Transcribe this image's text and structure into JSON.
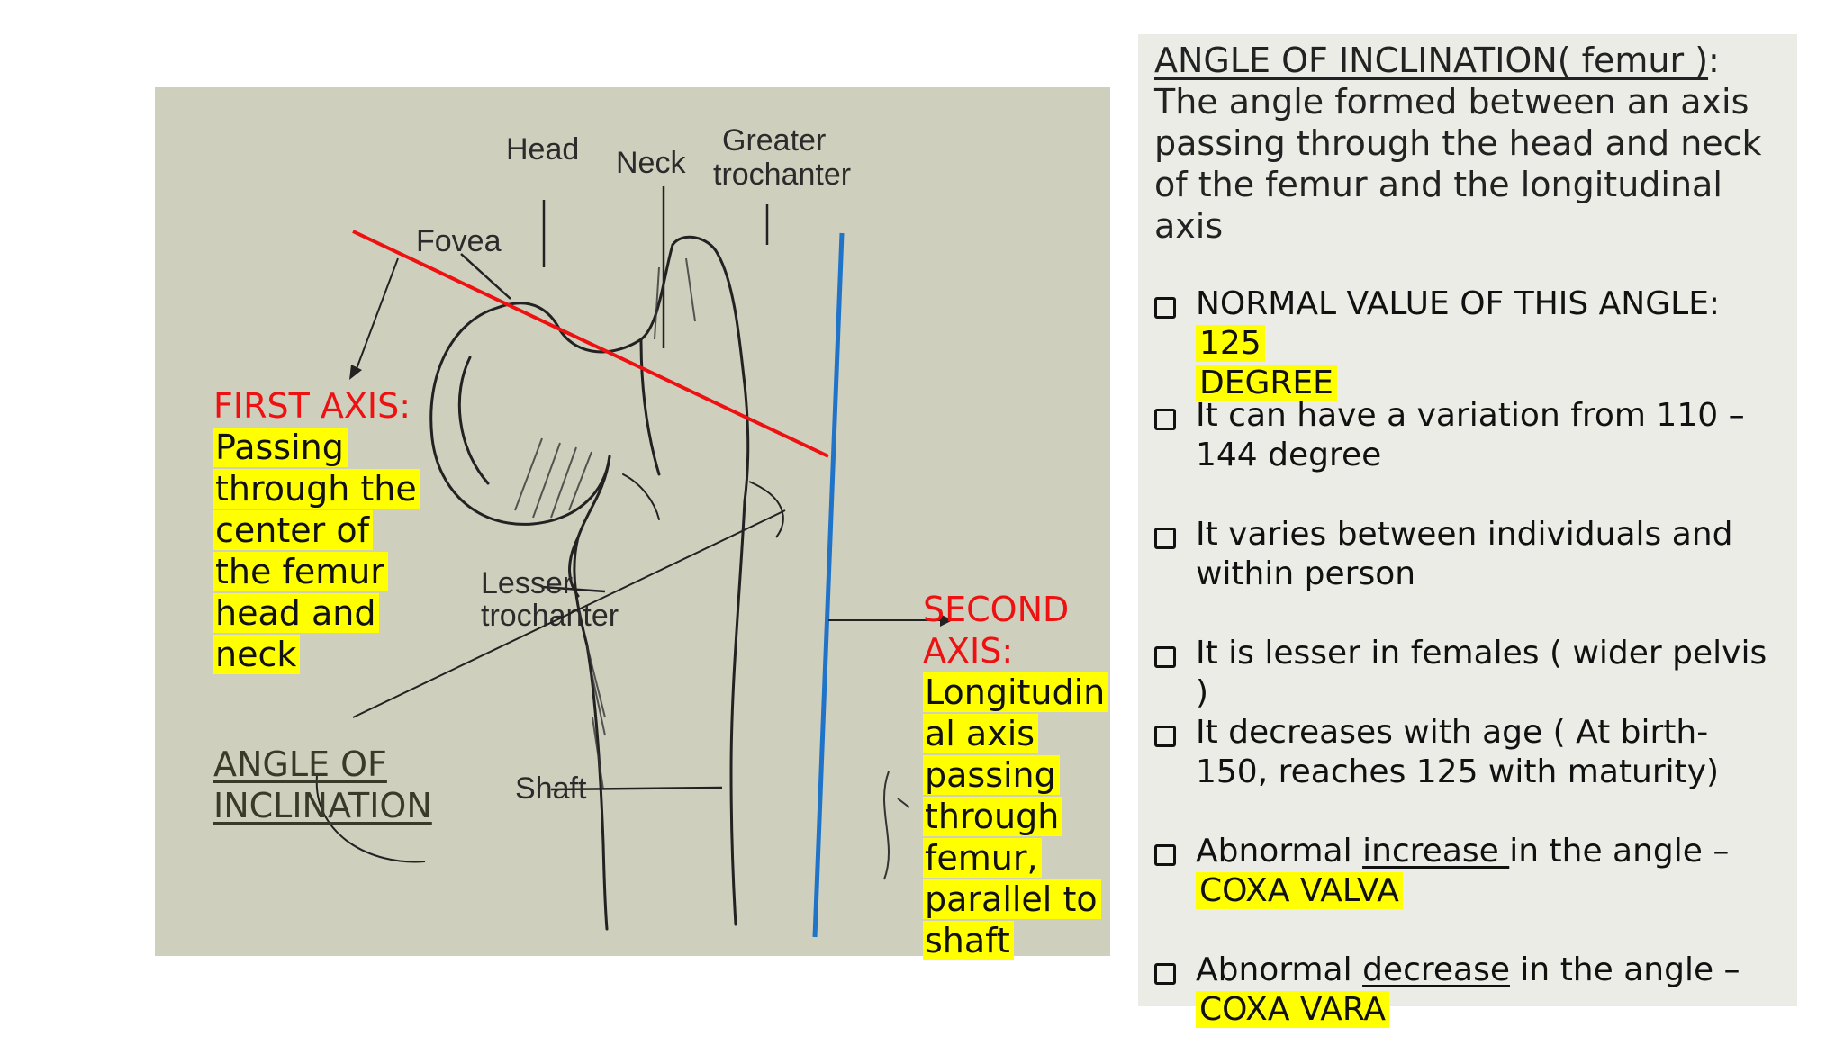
{
  "figure": {
    "printed_labels": {
      "head": "Head",
      "neck": "Neck",
      "greater_line1": "Greater",
      "greater_line2": "trochanter",
      "fovea": "Fovea",
      "lesser_line1": "Lesser",
      "lesser_line2": "trochanter",
      "shaft": "Shaft"
    },
    "first_axis": {
      "title": "FIRST AXIS:",
      "lines": [
        "Passing",
        "through the",
        "center of",
        "the femur",
        "head and",
        "neck"
      ]
    },
    "second_axis": {
      "title_line1": "SECOND",
      "title_line2": "AXIS:",
      "lines": [
        "Longitudin",
        "al axis",
        "passing",
        "through",
        "femur,",
        "parallel to",
        "shaft"
      ]
    },
    "angle_label": {
      "line1": "ANGLE OF",
      "line2": "INCLINATION"
    },
    "colors": {
      "first_axis_line": "#ee1111",
      "second_axis_line": "#1f73c8",
      "highlight": "#ffff00"
    }
  },
  "panel": {
    "heading": "ANGLE OF INCLINATION( femur )",
    "heading_colon": ":",
    "definition": "The angle formed between an axis passing through the head and neck of the femur and the longitudinal axis",
    "bullets": {
      "normal": {
        "prefix": "NORMAL VALUE OF THIS ANGLE: ",
        "value_a": "125",
        "value_b": "DEGREE"
      },
      "variation": "It can have a variation from 110 – 144 degree",
      "varies": "It varies between individuals and within person",
      "lesser": "It is lesser in females ( wider pelvis )",
      "age": "It decreases with age ( At birth- 150, reaches 125 with maturity)",
      "increase": {
        "pre": "Abnormal ",
        "ul": "increase ",
        "post": "in the angle –",
        "value": "COXA VALVA"
      },
      "decrease": {
        "pre": "Abnormal ",
        "ul": "decrease",
        "post": " in the angle –",
        "value": "COXA VARA"
      }
    }
  }
}
